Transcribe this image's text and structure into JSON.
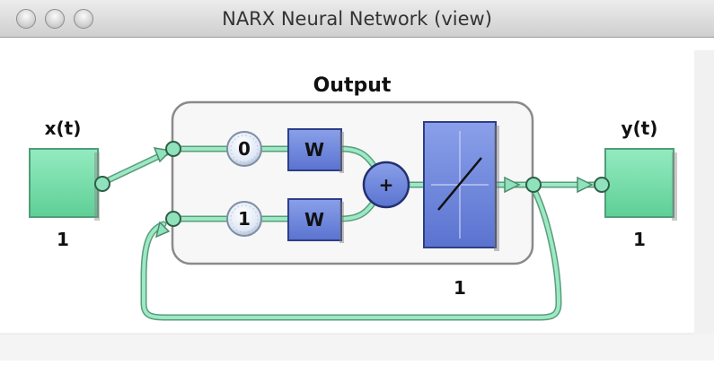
{
  "window": {
    "title": "NARX Neural Network (view)"
  },
  "diagram": {
    "output_layer_title": "Output",
    "input": {
      "label": "x(t)",
      "size": "1"
    },
    "output": {
      "label": "y(t)",
      "size": "1"
    },
    "delay_top": "0",
    "delay_bottom": "1",
    "weight_top": "W",
    "weight_bottom": "W",
    "sum_symbol": "+",
    "layer_size": "1"
  },
  "colors": {
    "node_green": "#7ddfae",
    "block_blue": "#6f86dd",
    "line_green": "#8fe2bb"
  }
}
